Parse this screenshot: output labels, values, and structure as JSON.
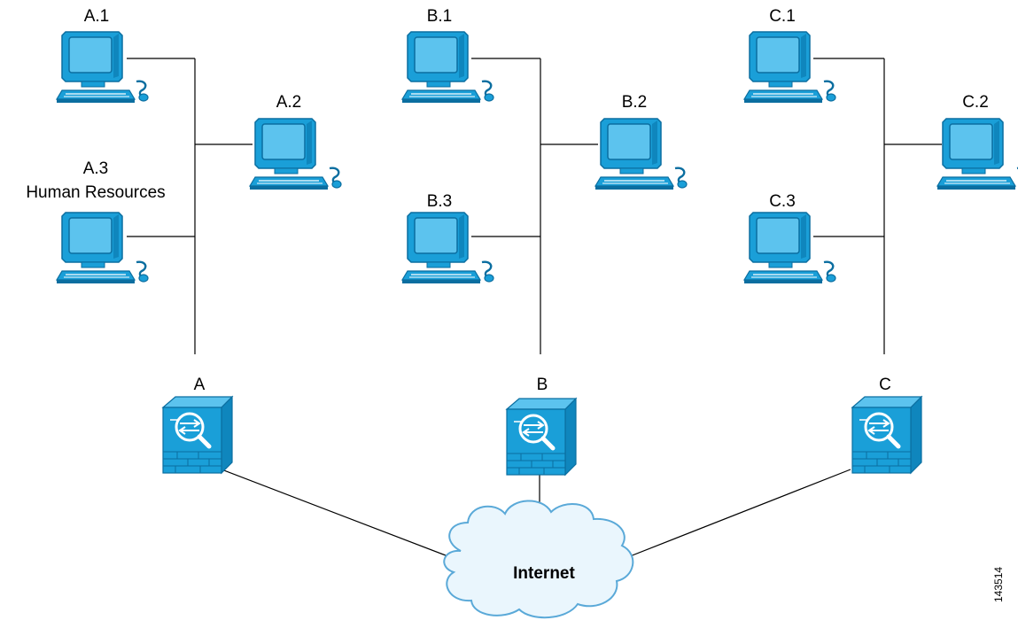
{
  "diagram": {
    "cloud": {
      "label": "Internet"
    },
    "figure_id": "143514",
    "groups": [
      {
        "firewall": {
          "label": "A"
        },
        "hosts": [
          {
            "label": "A.1",
            "sublabel": ""
          },
          {
            "label": "A.2",
            "sublabel": ""
          },
          {
            "label": "A.3",
            "sublabel": "Human Resources"
          }
        ]
      },
      {
        "firewall": {
          "label": "B"
        },
        "hosts": [
          {
            "label": "B.1",
            "sublabel": ""
          },
          {
            "label": "B.2",
            "sublabel": ""
          },
          {
            "label": "B.3",
            "sublabel": ""
          }
        ]
      },
      {
        "firewall": {
          "label": "C"
        },
        "hosts": [
          {
            "label": "C.1",
            "sublabel": ""
          },
          {
            "label": "C.2",
            "sublabel": ""
          },
          {
            "label": "C.3",
            "sublabel": ""
          }
        ]
      }
    ],
    "colors": {
      "device": "#1a9fd8",
      "device_dark": "#0b6ea0",
      "screen": "#5cc3ee",
      "cloud": "#eaf6fd",
      "cloud_stroke": "#5aa9d8"
    }
  }
}
